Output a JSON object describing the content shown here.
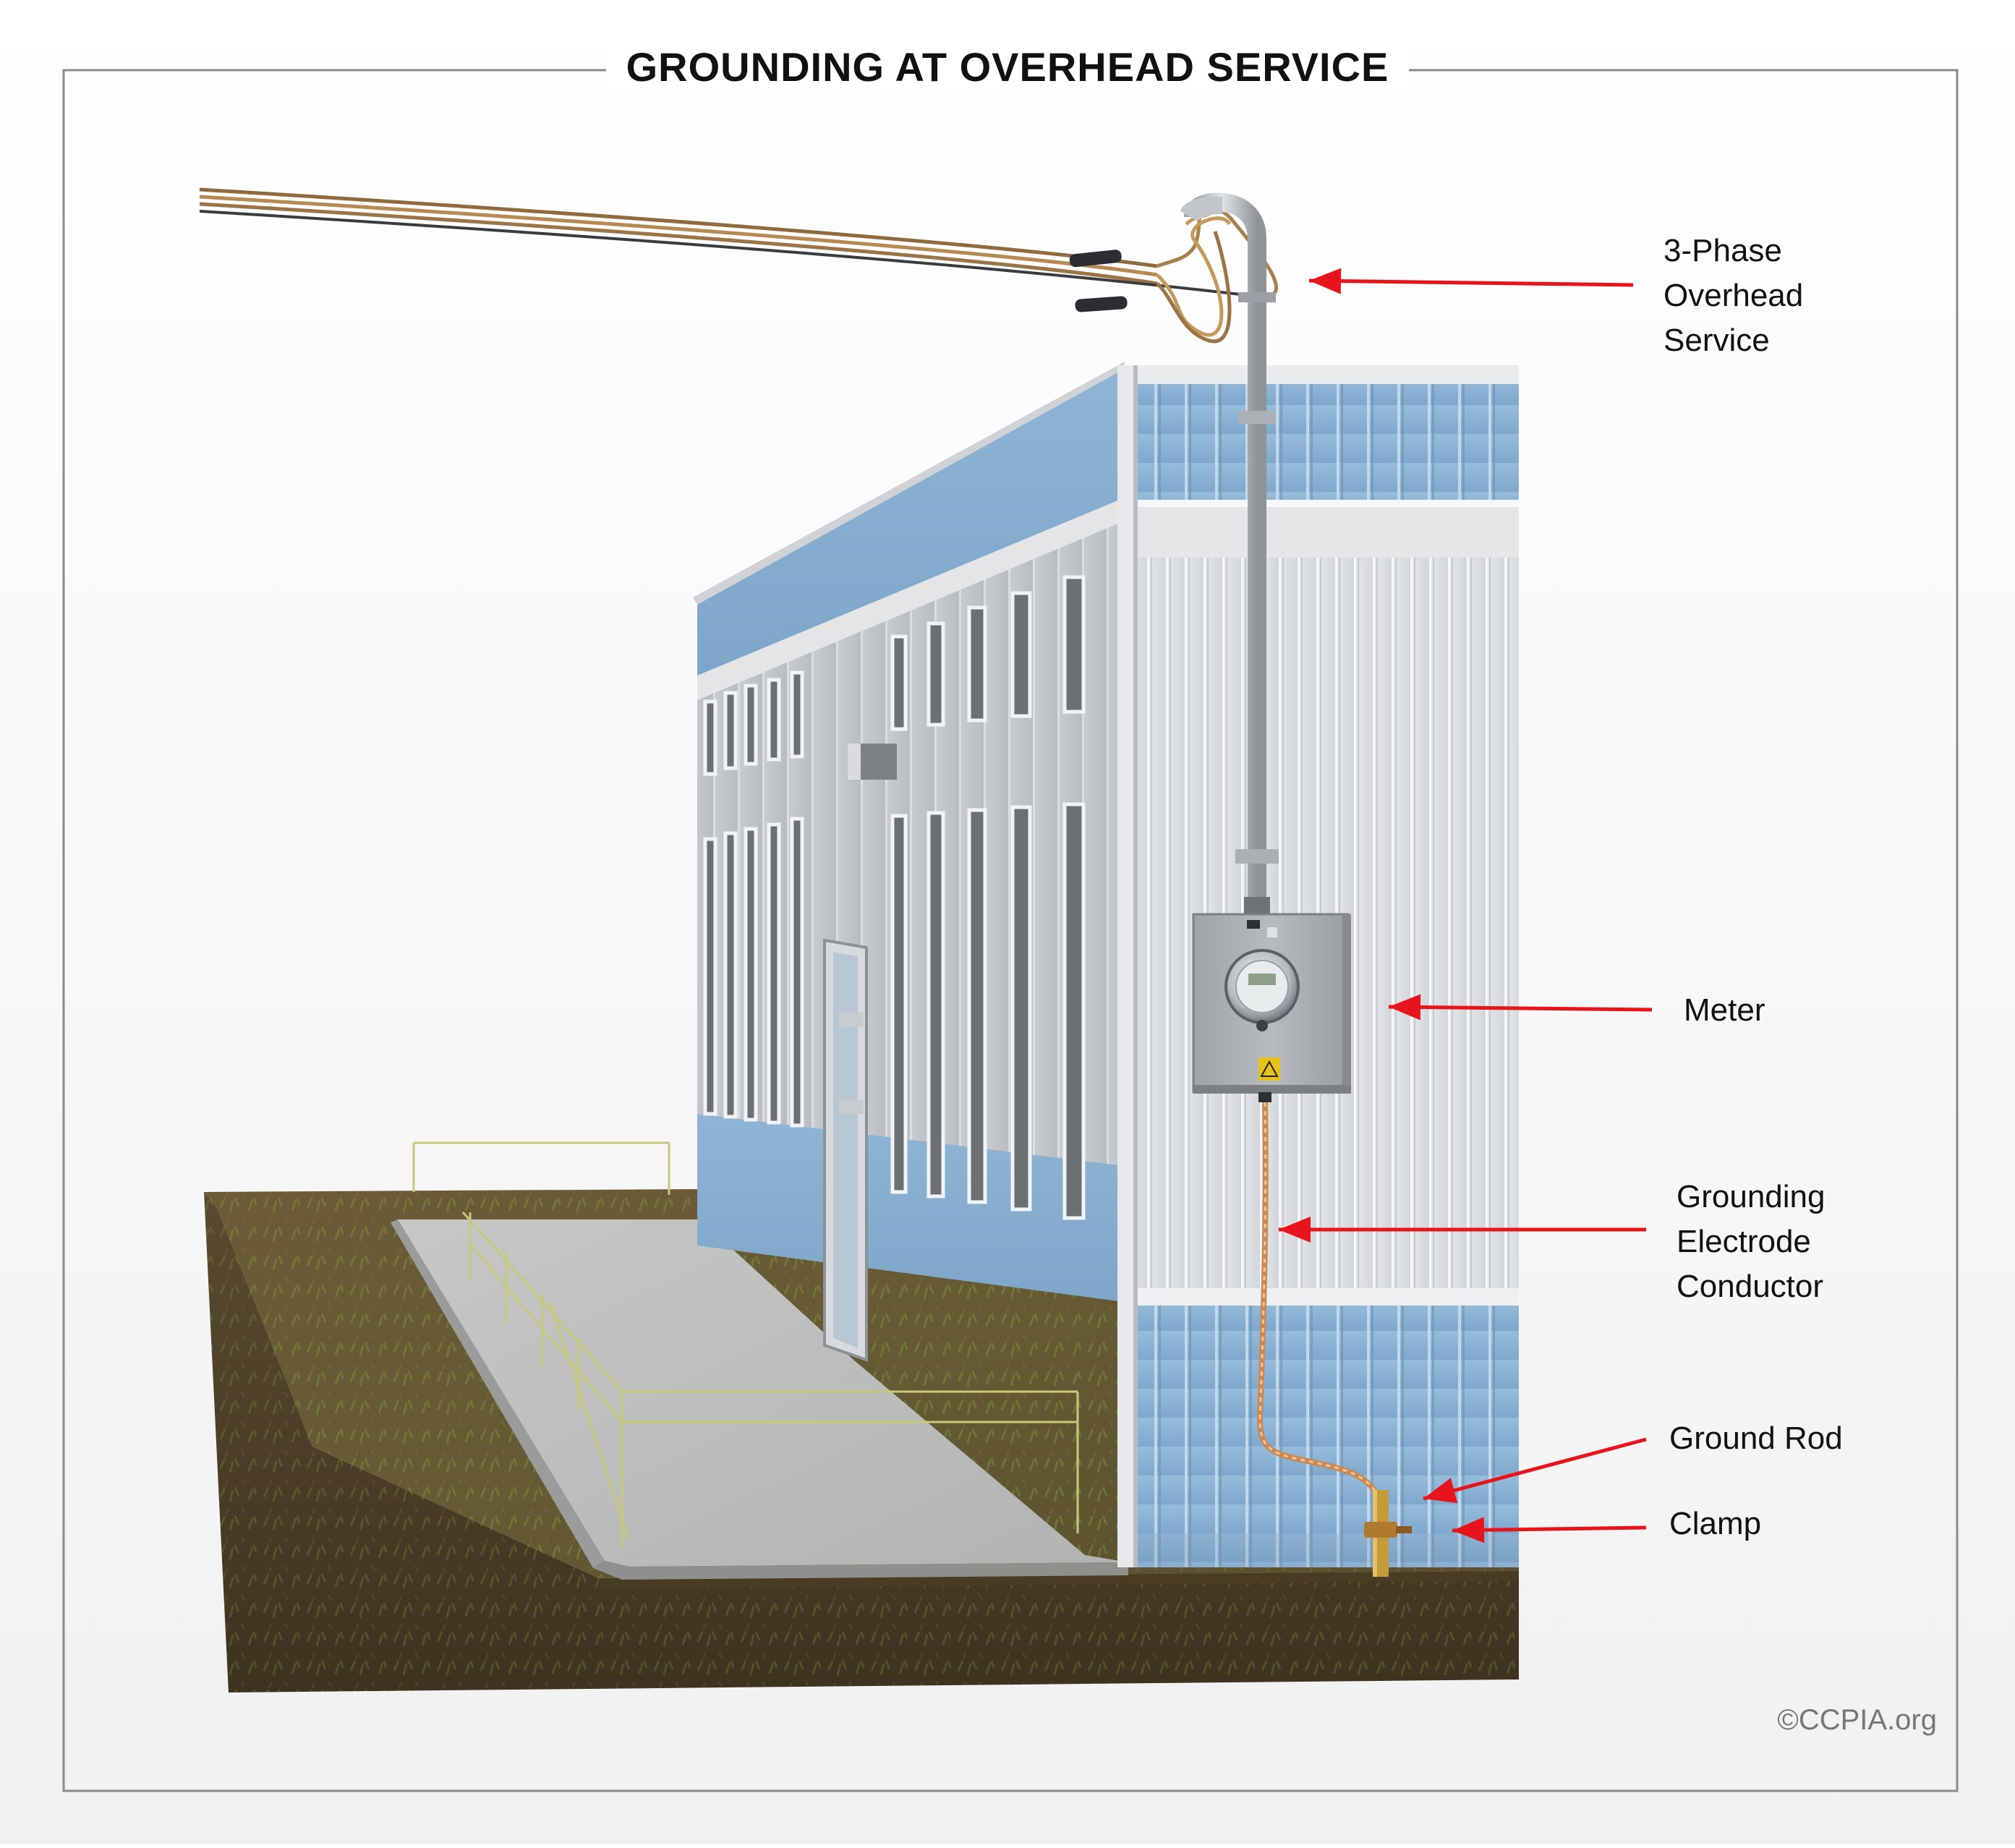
{
  "title": "GROUNDING AT OVERHEAD SERVICE",
  "labels": {
    "service": [
      "3-Phase",
      "Overhead",
      "Service"
    ],
    "meter": [
      "Meter"
    ],
    "gec": [
      "Grounding",
      "Electrode",
      "Conductor"
    ],
    "rod": [
      "Ground Rod"
    ],
    "clamp": [
      "Clamp"
    ]
  },
  "credit": "©CCPIA.org",
  "colors": {
    "arrow": "#e8141c",
    "siding_gray": "#d8dbde",
    "siding_blue": "#8fb7d8",
    "soil": "#6b5a3a",
    "grass": "#5f6a2c",
    "concrete": "#bdbfbd",
    "copper": "#c98a55",
    "brass": "#c49a3a"
  }
}
